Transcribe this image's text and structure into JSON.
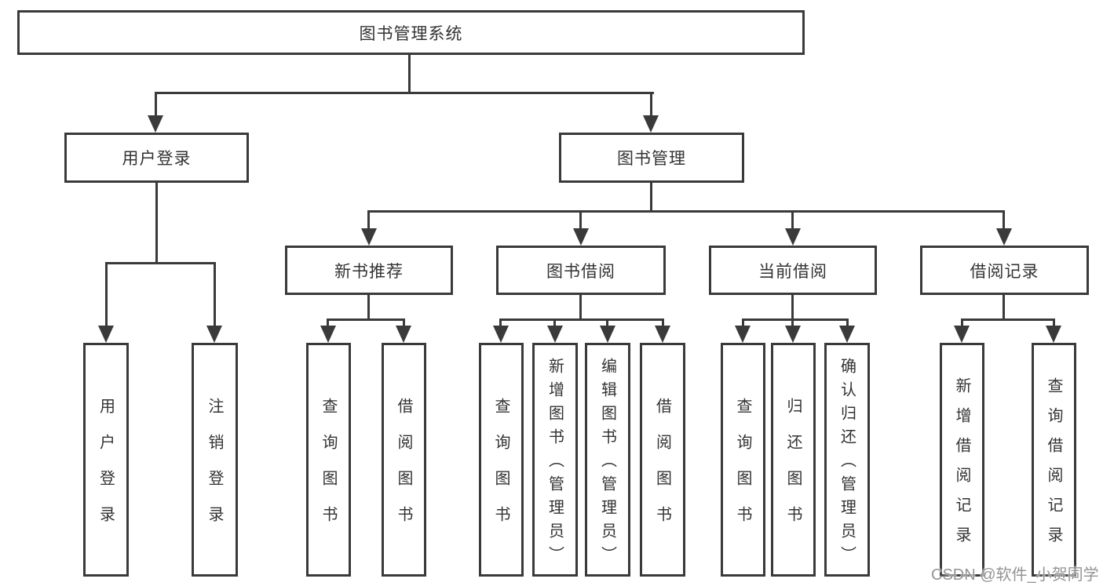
{
  "diagram": {
    "root": {
      "label": "图书管理系统"
    },
    "level2": [
      {
        "id": "user-login",
        "label": "用户登录"
      },
      {
        "id": "book-management",
        "label": "图书管理"
      }
    ],
    "level3": [
      {
        "id": "new-book-recommend",
        "label": "新书推荐"
      },
      {
        "id": "book-borrow",
        "label": "图书借阅"
      },
      {
        "id": "current-borrow",
        "label": "当前借阅"
      },
      {
        "id": "borrow-records",
        "label": "借阅记录"
      }
    ],
    "leaves": [
      {
        "id": "user-login-leaf",
        "label": "用户登录"
      },
      {
        "id": "logout",
        "label": "注销登录"
      },
      {
        "id": "query-books-recommend",
        "label": "查询图书"
      },
      {
        "id": "borrow-books-recommend",
        "label": "借阅图书"
      },
      {
        "id": "query-books-borrow",
        "label": "查询图书"
      },
      {
        "id": "add-book-admin",
        "label": "新增图书（管理员）"
      },
      {
        "id": "edit-book-admin",
        "label": "编辑图书（管理员）"
      },
      {
        "id": "borrow-books-borrow",
        "label": "借阅图书"
      },
      {
        "id": "query-books-current",
        "label": "查询图书"
      },
      {
        "id": "return-books",
        "label": "归还图书"
      },
      {
        "id": "confirm-return-admin",
        "label": "确认归还（管理员）"
      },
      {
        "id": "add-borrow-record",
        "label": "新增借阅记录"
      },
      {
        "id": "query-borrow-record",
        "label": "查询借阅记录"
      }
    ],
    "watermark": "CSDN @软件_小贺同学",
    "colors": {
      "line": "#3a3a3a",
      "text": "#333333",
      "watermark": "#949494",
      "background": "#ffffff"
    }
  }
}
